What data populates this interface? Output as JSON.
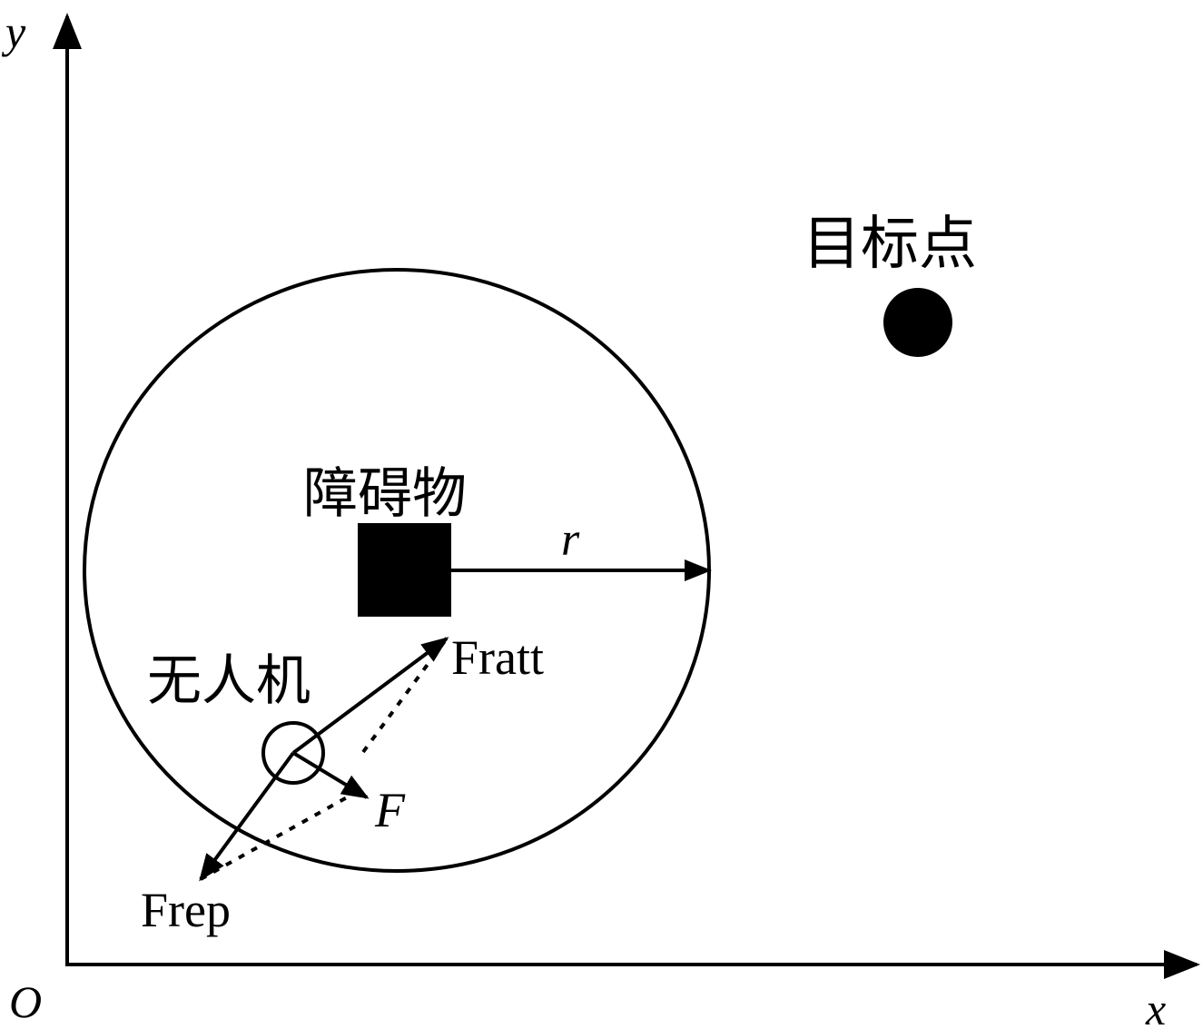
{
  "axes": {
    "x_label": "x",
    "y_label": "y",
    "origin_label": "O"
  },
  "labels": {
    "target": "目标点",
    "obstacle": "障碍物",
    "drone": "无人机",
    "radius": "r",
    "attractive_force": "Fratt",
    "repulsive_force": "Frep",
    "resultant_force": "F"
  },
  "colors": {
    "ink": "#000000",
    "background": "#ffffff"
  }
}
